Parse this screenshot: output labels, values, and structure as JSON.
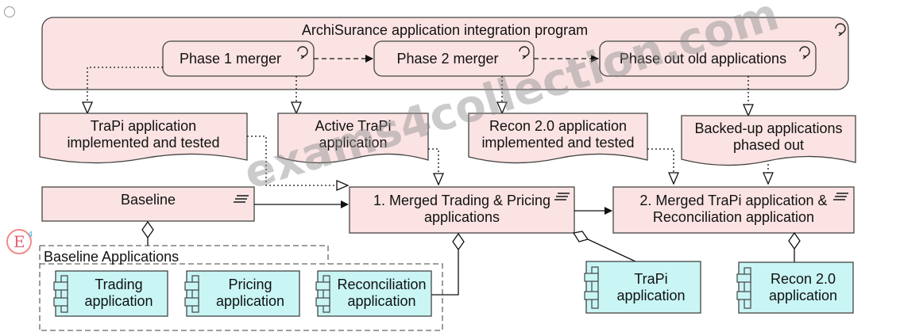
{
  "program": {
    "title": "ArchiSurance application integration program",
    "phases": [
      "Phase 1 merger",
      "Phase 2 merger",
      "Phase out old applications"
    ]
  },
  "deliverables": [
    "TraPi application\nimplemented and tested",
    "Active TraPi\napplication",
    "Recon 2.0 application\nimplemented and tested",
    "Backed-up applications\nphased out"
  ],
  "plateaus": {
    "baseline": "Baseline",
    "merged_1": "1. Merged Trading & Pricing\napplications",
    "merged_2": "2. Merged TraPi application &\nReconciliation application"
  },
  "baseline_group": {
    "label": "Baseline Applications",
    "apps": [
      "Trading\napplication",
      "Pricing\napplication",
      "Reconciliation\napplication"
    ]
  },
  "target_apps": [
    "TraPi\napplication",
    "Recon 2.0\napplication"
  ],
  "watermark": "exams4collection.com",
  "colors": {
    "work_package": "#fbe3e3",
    "application": "#c9f5f5",
    "border": "#444444"
  }
}
